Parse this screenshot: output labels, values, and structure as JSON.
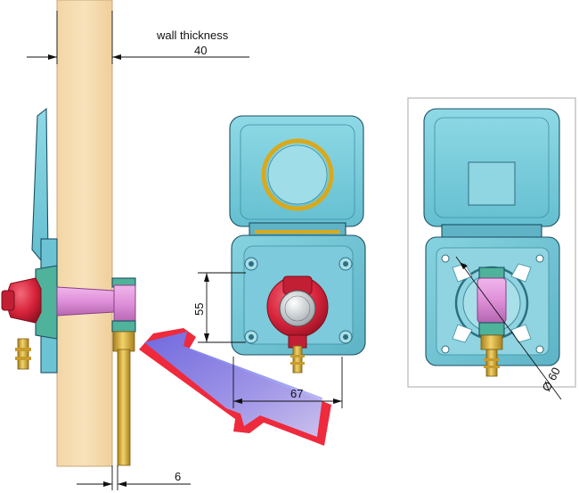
{
  "dimensions": {
    "wall_thickness_label": "wall thickness",
    "wall_thickness_value": "40",
    "height_value": "55",
    "width_value": "67",
    "pipe_offset_value": "6",
    "diameter_value": "Ø 60"
  },
  "colors": {
    "wall": "#f6dcb0",
    "box_cyan": "#7fd0dd",
    "regulator_red": "#d8243c",
    "connector_pink": "#de8fd8",
    "brass": "#d9b23a",
    "flange_green": "#4fb29a",
    "arrow_blue": "#7c7de8",
    "arrow_red": "#ee2a3c"
  }
}
